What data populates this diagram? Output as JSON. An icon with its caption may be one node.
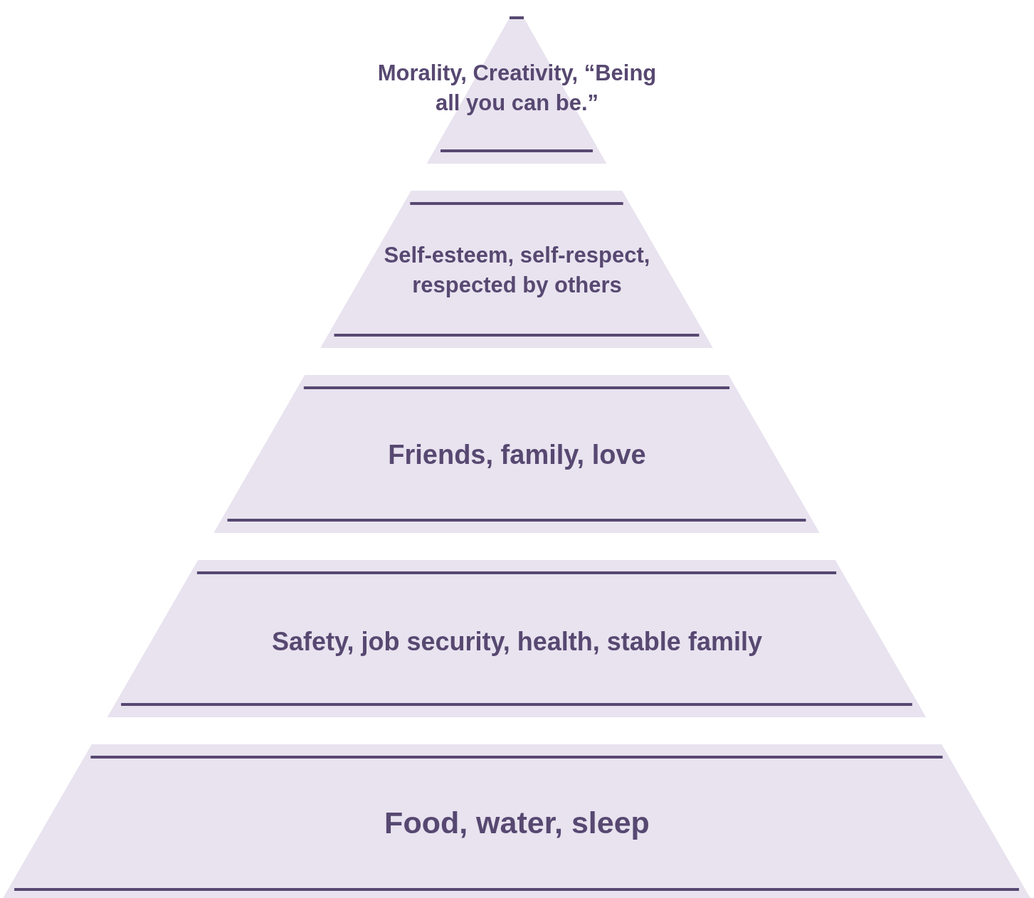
{
  "diagram": {
    "nodes": [
      {
        "text": [
          "Morality, Creativity, “Being all you can be.”"
        ]
      },
      {
        "text": [
          "Self-esteem, self-respect, respected by others"
        ]
      },
      {
        "text": [
          "Friends, family, love"
        ]
      },
      {
        "text": [
          "Safety, job security, health, stable family"
        ]
      },
      {
        "text": [
          "Food, water, sleep"
        ]
      }
    ]
  }
}
